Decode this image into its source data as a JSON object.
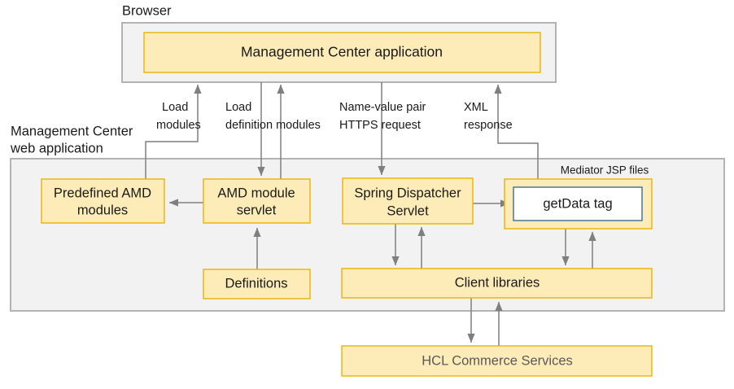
{
  "diagram": {
    "title_hidden": "",
    "colors": {
      "box_fill": "#FDECB8",
      "box_stroke": "#E8B304",
      "container_fill": "#F2F2F2",
      "container_stroke": "#B3B3B3",
      "connector": "#7F7F7F",
      "inner_box_fill": "#FFFFFF",
      "inner_box_stroke": "#3C6F93",
      "text": "#1A1A1A",
      "muted_text": "#595959"
    },
    "containers": [
      {
        "id": "browser",
        "label": "Browser"
      },
      {
        "id": "mc-web-app",
        "label_line1": "Management Center",
        "label_line2": "web application"
      }
    ],
    "boxes": [
      {
        "id": "management-center-application",
        "label": "Management Center application"
      },
      {
        "id": "predefined-amd-modules",
        "line1": "Predefined AMD",
        "line2": "modules"
      },
      {
        "id": "amd-module-servlet",
        "line1": "AMD module",
        "line2": "servlet"
      },
      {
        "id": "spring-dispatcher-servlet",
        "line1": "Spring Dispatcher",
        "line2": "Servlet"
      },
      {
        "id": "mediator-jsp-files",
        "label": "Mediator JSP files"
      },
      {
        "id": "getdata-tag",
        "label": "getData tag"
      },
      {
        "id": "definitions",
        "label": "Definitions"
      },
      {
        "id": "client-libraries",
        "label": "Client libraries"
      },
      {
        "id": "hcl-commerce-services",
        "label": "HCL Commerce Services"
      }
    ],
    "connector_labels": [
      {
        "id": "load-modules",
        "line1": "Load",
        "line2": "modules"
      },
      {
        "id": "load-definition-modules",
        "line1": "Load",
        "line2": "definition modules"
      },
      {
        "id": "name-value-pair-https-request",
        "line1": "Name-value pair",
        "line2": "HTTPS request"
      },
      {
        "id": "xml-response",
        "line1": "XML",
        "line2": "response"
      }
    ]
  }
}
